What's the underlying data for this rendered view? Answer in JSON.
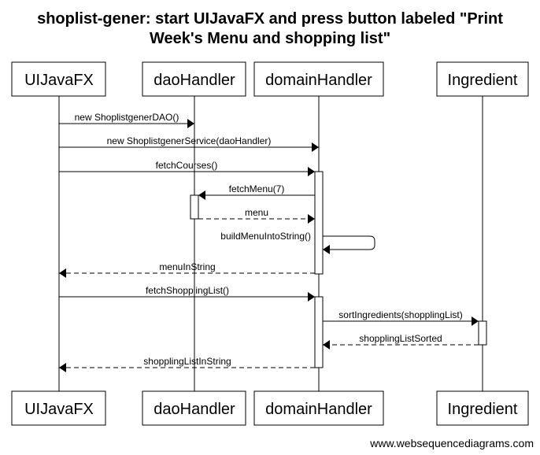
{
  "title_line1": "shoplist-gener: start UIJavaFX and press button labeled \"Print",
  "title_line2": "Week's Menu and shopping list\"",
  "actors": [
    {
      "key": "ui",
      "label": "UIJavaFX"
    },
    {
      "key": "dao",
      "label": "daoHandler"
    },
    {
      "key": "domain",
      "label": "domainHandler"
    },
    {
      "key": "ingredient",
      "label": "Ingredient"
    }
  ],
  "messages": [
    {
      "from": "ui",
      "to": "dao",
      "label": "new ShoplistgenerDAO()",
      "style": "solid"
    },
    {
      "from": "ui",
      "to": "domain",
      "label": "new ShoplistgenerService(daoHandler)",
      "style": "solid"
    },
    {
      "from": "ui",
      "to": "domain",
      "label": "fetchCourses()",
      "style": "solid"
    },
    {
      "from": "domain",
      "to": "dao",
      "label": "fetchMenu(7)",
      "style": "solid"
    },
    {
      "from": "dao",
      "to": "domain",
      "label": "menu",
      "style": "dashed"
    },
    {
      "from": "domain",
      "to": "domain",
      "label": "buildMenuIntoString()",
      "style": "self"
    },
    {
      "from": "domain",
      "to": "ui",
      "label": "menuInString",
      "style": "dashed"
    },
    {
      "from": "ui",
      "to": "domain",
      "label": "fetchShopplingList()",
      "style": "solid"
    },
    {
      "from": "domain",
      "to": "ingredient",
      "label": "sortIngredients(shopplingList)",
      "style": "solid"
    },
    {
      "from": "ingredient",
      "to": "domain",
      "label": "shopplingListSorted",
      "style": "dashed"
    },
    {
      "from": "domain",
      "to": "ui",
      "label": "shopplingListInString",
      "style": "dashed"
    }
  ],
  "footer": "www.websequencediagrams.com"
}
